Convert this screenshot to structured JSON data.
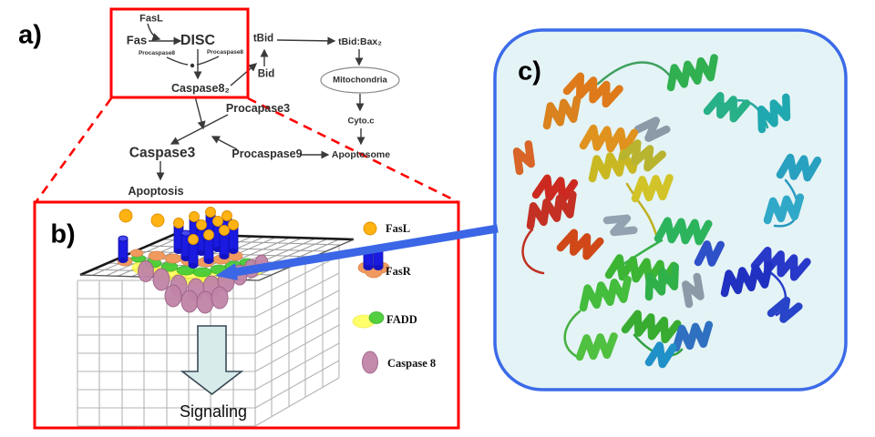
{
  "figure": {
    "type": "scientific-figure-apoptosis",
    "panels": {
      "a": {
        "label": "a)",
        "pathway": {
          "fasl": "FasL",
          "fas": "Fas",
          "disc": "DISC",
          "procaspase8_left": "Procaspase8",
          "procaspase8_right": "Procaspase8",
          "caspase8": "Caspase8₂",
          "tbid": "tBid",
          "bid": "Bid",
          "tbid_bax": "tBid:Bax₂",
          "mitochondria": "Mitochondria",
          "cyto_c": "Cyto.c",
          "procapase3": "Procapase3",
          "caspase3": "Caspase3",
          "procaspase9": "Procaspase9",
          "apoptosome": "Apoptosome",
          "apoptosis": "Apoptosis"
        }
      },
      "b": {
        "label": "b)",
        "legend": [
          {
            "label": "FasL",
            "icon": "orange-circle"
          },
          {
            "label": "FasR",
            "icon": "blue-cylinders-on-orange-base"
          },
          {
            "label": "FADD",
            "icon": "yellow-green-ellipses"
          },
          {
            "label": "Caspase 8",
            "icon": "mauve-ellipse"
          }
        ],
        "signaling_label": "Signaling"
      },
      "c": {
        "label": "c)",
        "content": "rainbow-protein-ribbon-structure"
      }
    },
    "colors": {
      "highlight_box_red": "#FF0000",
      "panel_c_border_blue": "#3B6BE8",
      "panel_c_background": "#E4F3F5",
      "link_arrow_blue": "#3B66E6",
      "fasl_orange": "#FFB313",
      "fasr_blue": "#1A1AE0",
      "fasr_base_orange": "#F09A60",
      "fadd_yellow": "#FFFF44",
      "fadd_green": "#44CC33",
      "caspase8_mauve": "#C184A8",
      "signal_block_arrow_fill": "#D8EBEB"
    }
  }
}
